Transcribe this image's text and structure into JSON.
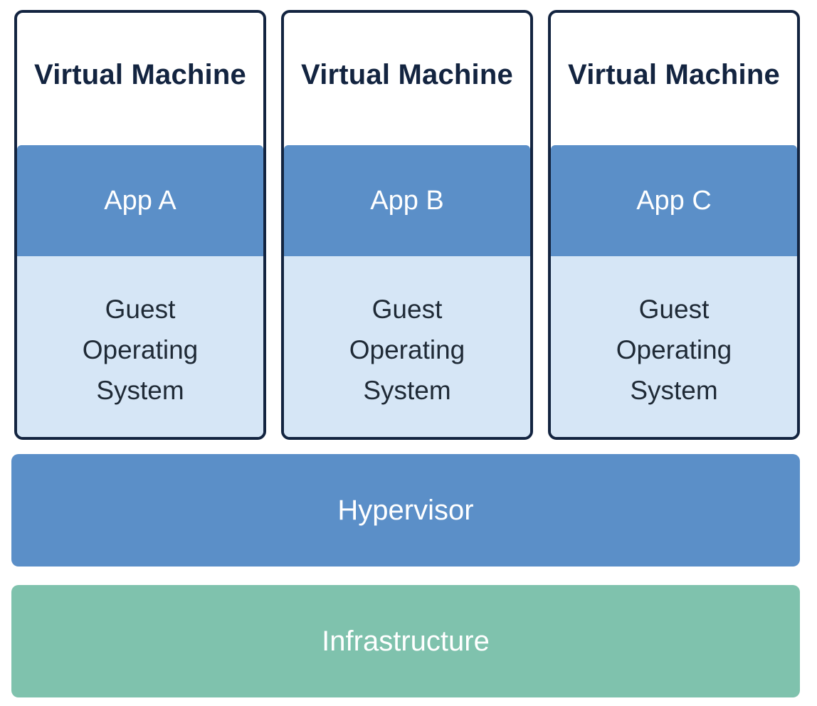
{
  "virtual_machines": [
    {
      "title": "Virtual Machine",
      "app": "App A",
      "os_lines": [
        "Guest",
        "Operating",
        "System"
      ]
    },
    {
      "title": "Virtual Machine",
      "app": "App B",
      "os_lines": [
        "Guest",
        "Operating",
        "System"
      ]
    },
    {
      "title": "Virtual Machine",
      "app": "App C",
      "os_lines": [
        "Guest",
        "Operating",
        "System"
      ]
    }
  ],
  "hypervisor": {
    "label": "Hypervisor"
  },
  "infrastructure": {
    "label": "Infrastructure"
  },
  "colors": {
    "border": "#132440",
    "app": "#5b8fc8",
    "guest_os": "#d6e6f6",
    "hypervisor": "#5b8fc8",
    "infrastructure": "#7fc2ad"
  }
}
